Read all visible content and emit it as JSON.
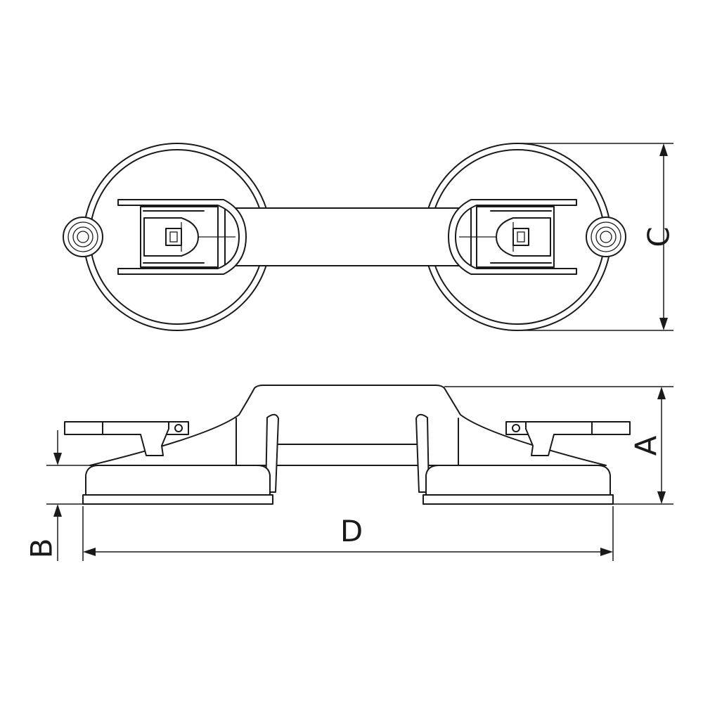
{
  "diagram": {
    "dimensions": {
      "a": "A",
      "b": "B",
      "c": "C",
      "d": "D"
    },
    "colors": {
      "line": "#1a1a1a",
      "background": "#ffffff"
    }
  }
}
